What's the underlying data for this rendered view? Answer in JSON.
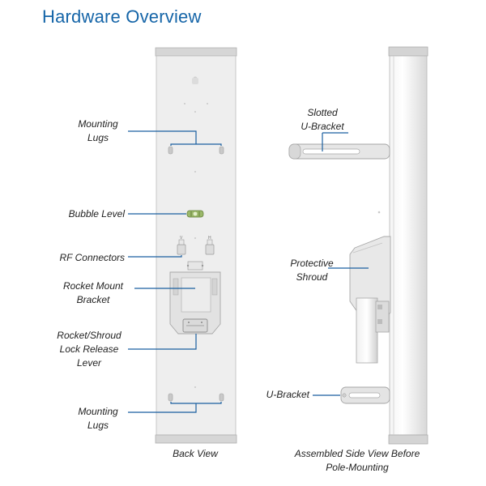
{
  "title": "Hardware Overview",
  "back_view": {
    "caption": "Back View",
    "labels": {
      "mounting_lugs_top": [
        "Mounting",
        "Lugs"
      ],
      "bubble_level": [
        "Bubble Level"
      ],
      "rf_connectors": [
        "RF Connectors"
      ],
      "rocket_mount_bracket": [
        "Rocket Mount",
        "Bracket"
      ],
      "lock_release_lever": [
        "Rocket/Shroud",
        "Lock Release",
        "Lever"
      ],
      "mounting_lugs_bottom": [
        "Mounting",
        "Lugs"
      ]
    }
  },
  "side_view": {
    "caption": [
      "Assembled Side View Before",
      "Pole-Mounting"
    ],
    "labels": {
      "slotted_u_bracket": [
        "Slotted",
        "U-Bracket"
      ],
      "protective_shroud": [
        "Protective",
        "Shroud"
      ],
      "u_bracket": [
        "U-Bracket"
      ]
    }
  },
  "colors": {
    "title": "#1565a8",
    "leader": "#1a5fa0",
    "panel": "#eeeeee",
    "outline": "#b8b8b8"
  }
}
